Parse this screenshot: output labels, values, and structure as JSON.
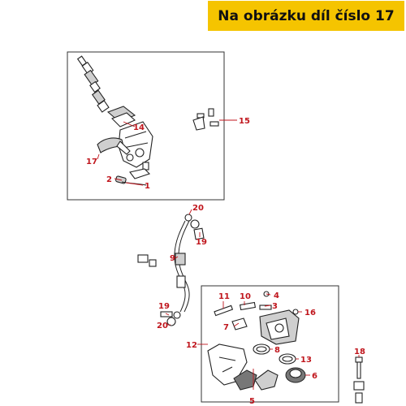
{
  "banner": {
    "text": "Na obrázku díl číslo 17",
    "color": "#f5c400"
  },
  "callout_color": "#c0161d",
  "callouts": {
    "c1": "1",
    "c2": "2",
    "c3": "3",
    "c4": "4",
    "c5": "5",
    "c6": "6",
    "c7": "7",
    "c8": "8",
    "c9": "9",
    "c10": "10",
    "c11": "11",
    "c12": "12",
    "c13": "13",
    "c14": "14",
    "c15": "15",
    "c16": "16",
    "c17": "17",
    "c18": "18",
    "c19a": "19",
    "c19b": "19",
    "c20a": "20",
    "c20b": "20"
  }
}
